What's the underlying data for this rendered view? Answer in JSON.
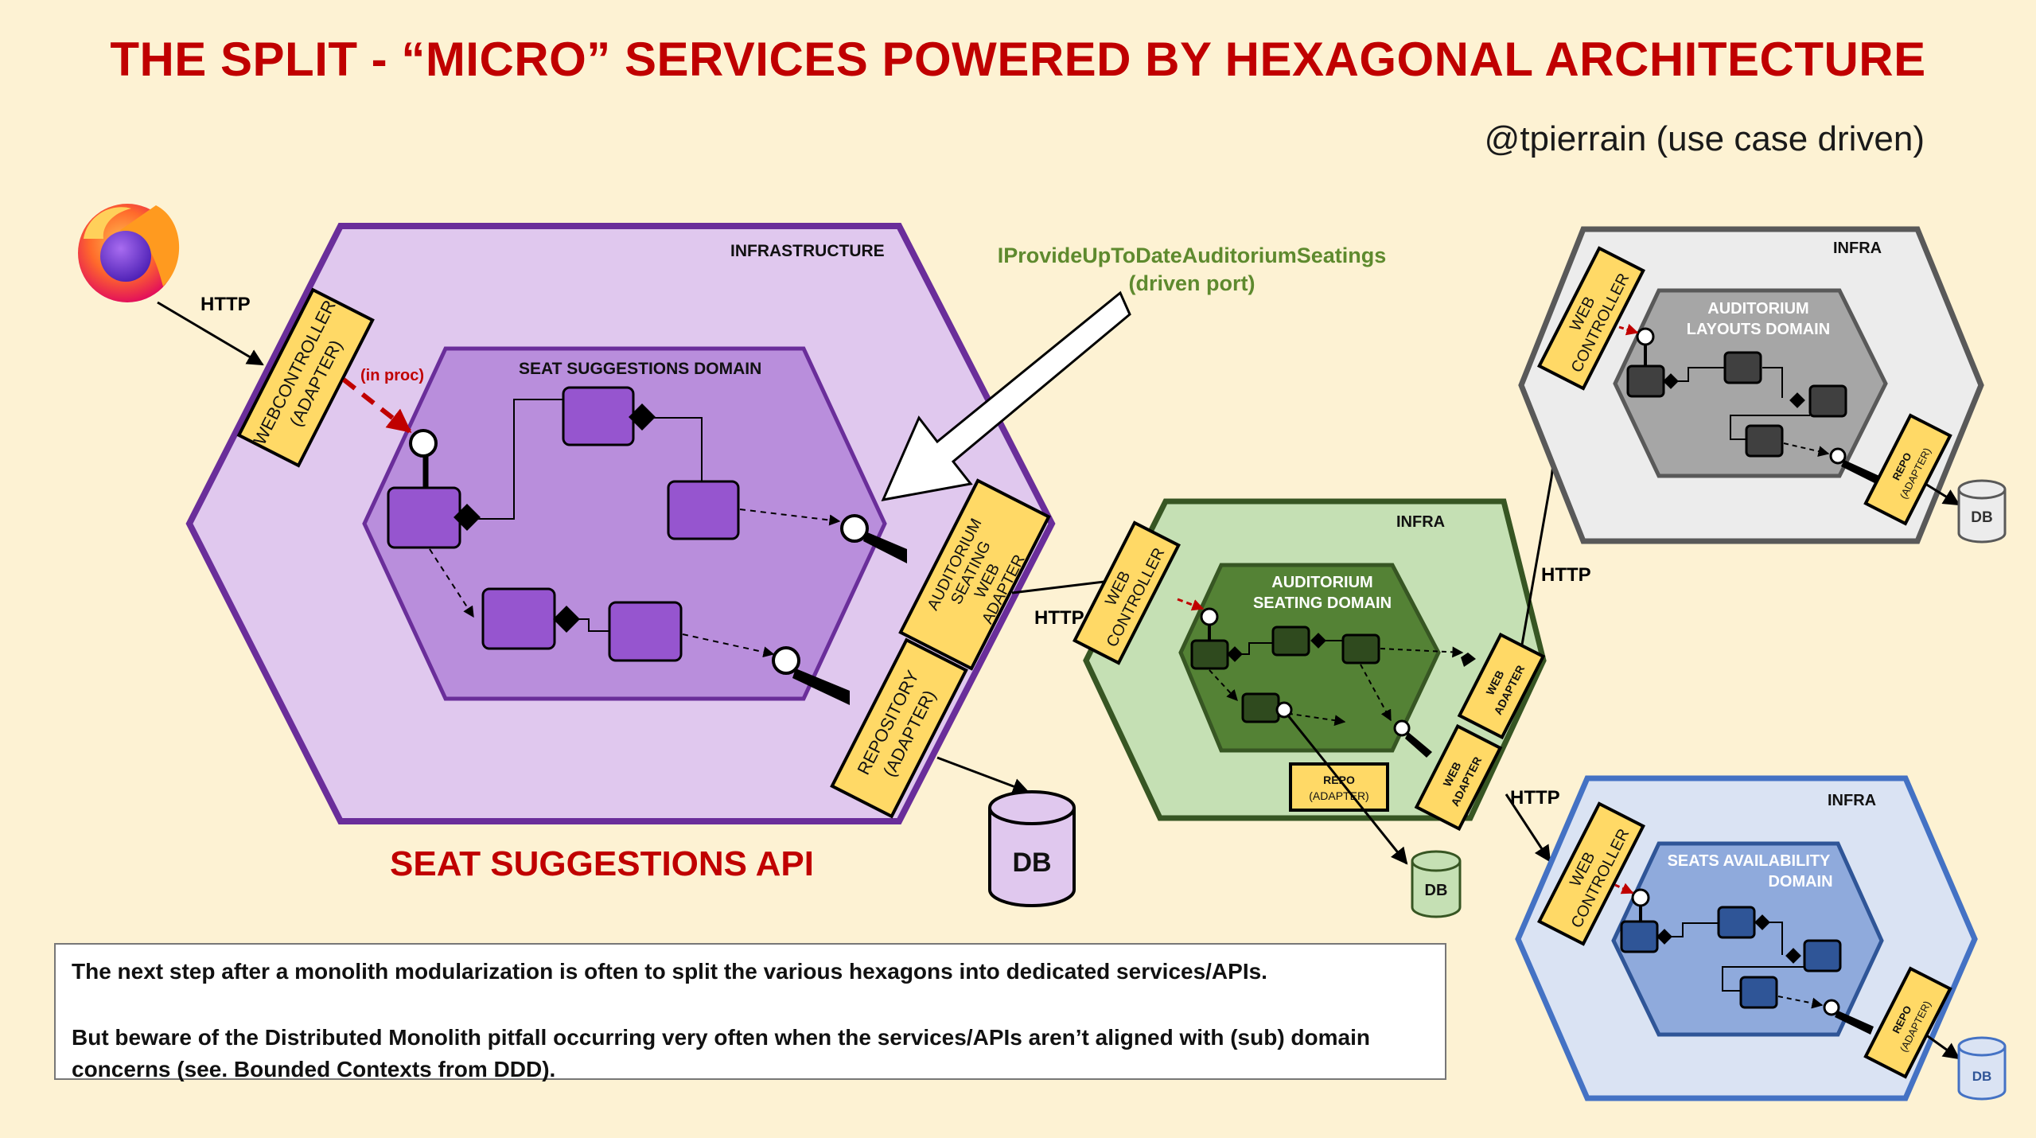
{
  "title": "THE SPLIT - “MICRO” SERVICES POWERED BY HEXAGONAL ARCHITECTURE",
  "author": "@tpierrain (use case driven)",
  "browser": {
    "icon": "firefox-icon",
    "http_label": "HTTP"
  },
  "seat_suggestions": {
    "infra_label": "INFRASTRUCTURE",
    "domain_label": "SEAT SUGGESTIONS DOMAIN",
    "webcontroller_line1": "WEBCONTROLLER",
    "webcontroller_line2": "(ADAPTER)",
    "in_proc": "(in proc)",
    "auditorium_adapter_lines": [
      "AUDITORIUM",
      "SEATING",
      "WEB",
      "ADAPTER"
    ],
    "repository_line1": "REPOSITORY",
    "repository_line2": "(ADAPTER)",
    "api_name": "SEAT SUGGESTIONS API",
    "db": "DB",
    "colors": {
      "outer": "#e0c8ee",
      "inner": "#b98edc",
      "border": "#6a2e9a",
      "box": "#9655cf"
    }
  },
  "driven_port": {
    "line1": "IProvideUpToDateAuditoriumSeatings",
    "line2": "(driven port)",
    "color": "#5e8a2e"
  },
  "auditorium_seating": {
    "infra_label": "INFRA",
    "domain_line1": "AUDITORIUM",
    "domain_line2": "SEATING DOMAIN",
    "web_controller_line1": "WEB",
    "web_controller_line2": "CONTROLLER",
    "http_in": "HTTP",
    "web_adapter_1": [
      "WEB",
      "ADAPTER"
    ],
    "web_adapter_2": [
      "WEB",
      "ADAPTER"
    ],
    "repo_line1": "REPO",
    "repo_line2": "(ADAPTER)",
    "db": "DB",
    "http_up": "HTTP",
    "http_down": "HTTP",
    "colors": {
      "outer": "#c5e0b4",
      "inner": "#548235",
      "border": "#375623",
      "box": "#2f4a1e"
    }
  },
  "auditorium_layouts": {
    "infra_label": "INFRA",
    "domain_line1": "AUDITORIUM",
    "domain_line2": "LAYOUTS DOMAIN",
    "web_controller_line1": "WEB",
    "web_controller_line2": "CONTROLLER",
    "repo_line1": "REPO",
    "repo_line2": "(ADAPTER)",
    "db": "DB",
    "colors": {
      "outer": "#ececec",
      "inner": "#a6a6a6",
      "border": "#595959",
      "box": "#404040"
    }
  },
  "seats_availability": {
    "infra_label": "INFRA",
    "domain_line1": "SEATS AVAILABILITY",
    "domain_line2": "DOMAIN",
    "web_controller_line1": "WEB",
    "web_controller_line2": "CONTROLLER",
    "repo_line1": "REPO",
    "repo_line2": "(ADAPTER)",
    "db": "DB",
    "colors": {
      "outer": "#dae3f3",
      "inner": "#8faadc",
      "border": "#4472c4",
      "box": "#2f5597"
    }
  },
  "note": {
    "line1": "The next step after a monolith modularization is often to split the various hexagons into dedicated services/APIs.",
    "line2": "But beware of the Distributed Monolith pitfall occurring very often when the services/APIs aren’t aligned with (sub) domain concerns (see. Bounded Contexts from DDD)."
  }
}
